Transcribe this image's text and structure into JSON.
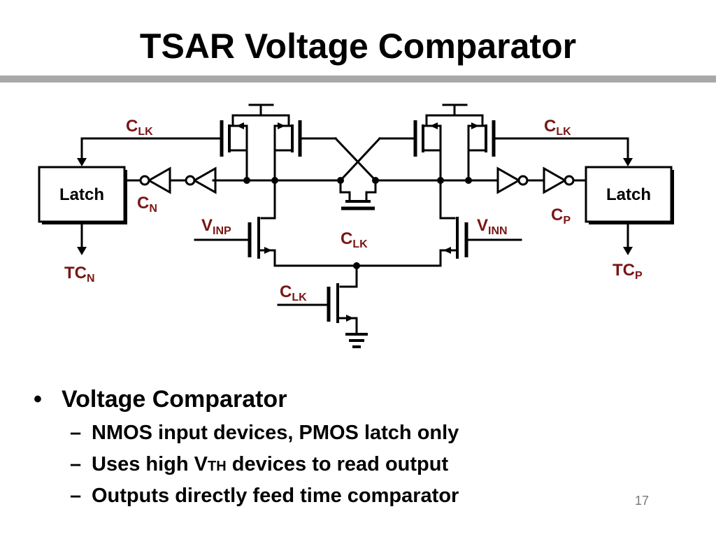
{
  "title": "TSAR Voltage Comparator",
  "circuit": {
    "latch_left": "Latch",
    "latch_right": "Latch",
    "labels": {
      "clk_main": "C",
      "clk_sub": "LK",
      "cn_main": "C",
      "cn_sub": "N",
      "cp_main": "C",
      "cp_sub": "P",
      "vinp_main": "V",
      "vinp_sub": "INP",
      "vinn_main": "V",
      "vinn_sub": "INN",
      "tcn_main": "TC",
      "tcn_sub": "N",
      "tcp_main": "TC",
      "tcp_sub": "P"
    },
    "label_color": "#7a1515"
  },
  "bullets": {
    "main": "Voltage Comparator",
    "main_mark": "•",
    "sub_mark": "–",
    "items": [
      "NMOS input devices, PMOS latch only",
      "Uses high V",
      "Outputs directly feed time comparator"
    ],
    "item2_small": "TH",
    "item2_rest": " devices to read output"
  },
  "page_number": "17",
  "colors": {
    "rule": "#a8a8a8",
    "label": "#7a1515",
    "page_number": "#777777"
  }
}
